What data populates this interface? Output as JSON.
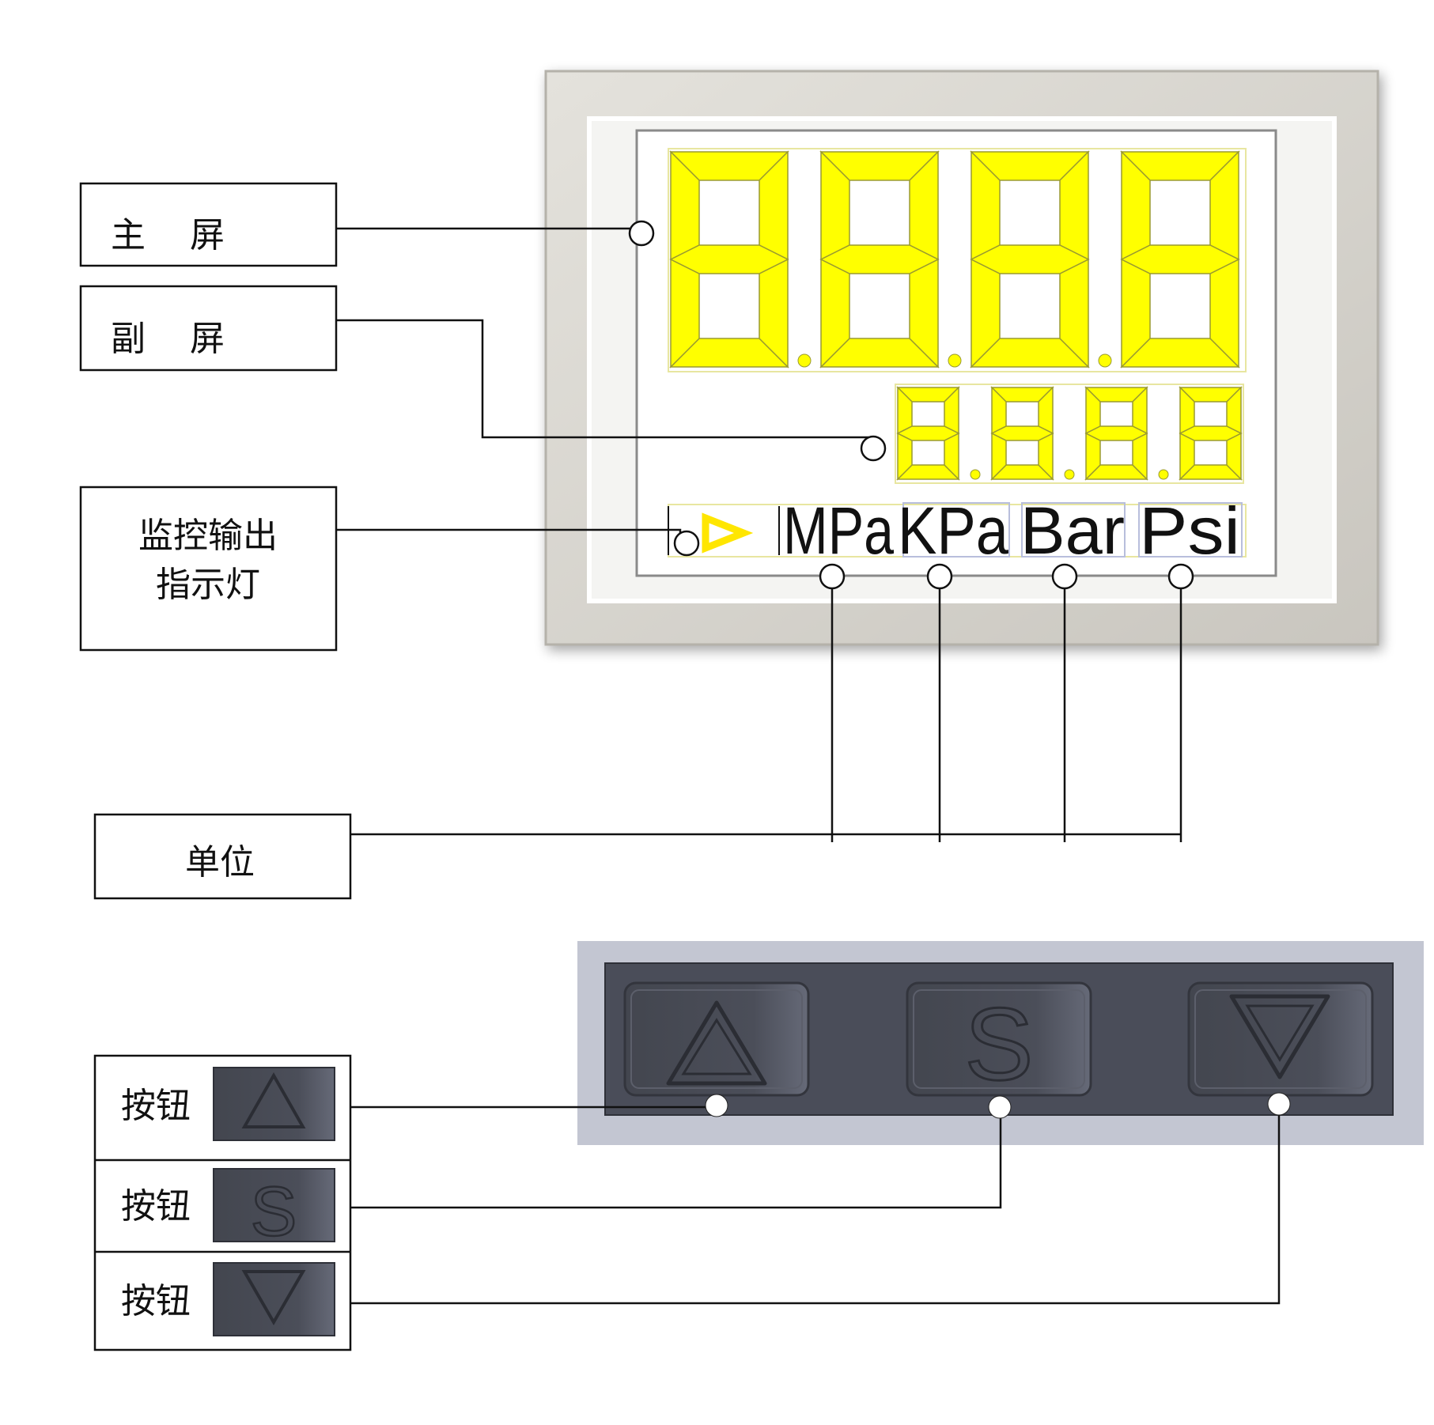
{
  "labels": {
    "main_screen_1": "主",
    "main_screen_2": "屏",
    "sub_screen_1": "副",
    "sub_screen_2": "屏",
    "indicator_line1": "监控输出",
    "indicator_line2": "指示灯",
    "unit": "单位",
    "button_up": "按钮",
    "button_s": "按钮",
    "button_down": "按钮"
  },
  "display": {
    "main_digits": [
      "8",
      "8",
      "8",
      "8"
    ],
    "sub_digits": [
      "8",
      "8",
      "8",
      "8"
    ],
    "units": [
      "MPa",
      "KPa",
      "Bar",
      "Psi"
    ]
  },
  "buttons": {
    "up_icon": "triangle-up-icon",
    "s_glyph": "S",
    "down_icon": "triangle-down-icon"
  },
  "colors": {
    "segment_yellow": "#ffff00",
    "bezel": "#d9d6cf",
    "keypad": "#4a4d59",
    "keypad_surround": "#c3c6d2"
  }
}
